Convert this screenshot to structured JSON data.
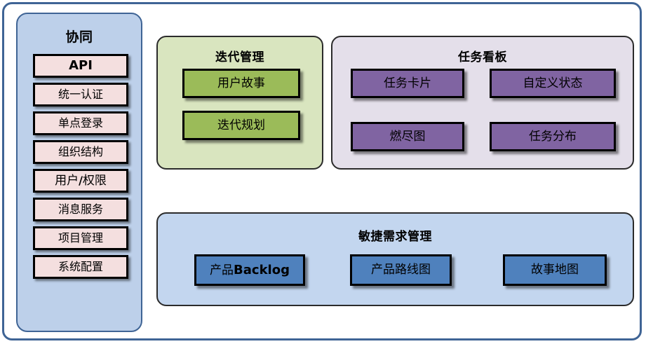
{
  "diagram": {
    "title_absent": true,
    "colors": {
      "frame_border": "#3f6495",
      "sidebar_fill": "#bdd0ea",
      "sidebar_item_fill": "#f4dfdf",
      "iteration_fill": "#d9e5bf",
      "iteration_node_fill": "#9bbb59",
      "taskboard_fill": "#e4dfea",
      "taskboard_node_fill": "#8064a2",
      "agile_fill": "#c3d6ef",
      "agile_node_fill": "#4f81bd",
      "node_border": "#000000"
    }
  },
  "sidebar": {
    "title": "协同",
    "items": [
      {
        "label": "API",
        "bold": true
      },
      {
        "label": "统一认证",
        "bold": false
      },
      {
        "label": "单点登录",
        "bold": false
      },
      {
        "label": "组织结构",
        "bold": false
      },
      {
        "label": "用户/权限",
        "bold": false,
        "mixed": true,
        "cjk_a": "用户",
        "slash": "/",
        "cjk_b": "权限"
      },
      {
        "label": "消息服务",
        "bold": false
      },
      {
        "label": "项目管理",
        "bold": false
      },
      {
        "label": "系统配置",
        "bold": false
      }
    ]
  },
  "iteration": {
    "title": "迭代管理",
    "nodes": [
      {
        "label": "用户故事"
      },
      {
        "label": "迭代规划"
      }
    ]
  },
  "taskboard": {
    "title": "任务看板",
    "nodes": [
      {
        "label": "任务卡片"
      },
      {
        "label": "自定义状态"
      },
      {
        "label": "燃尽图"
      },
      {
        "label": "任务分布"
      }
    ]
  },
  "agile": {
    "title": "敏捷需求管理",
    "nodes": [
      {
        "label": "产品Backlog",
        "mixed": true,
        "cjk": "产品",
        "latin": "Backlog"
      },
      {
        "label": "产品路线图"
      },
      {
        "label": "故事地图"
      }
    ]
  }
}
